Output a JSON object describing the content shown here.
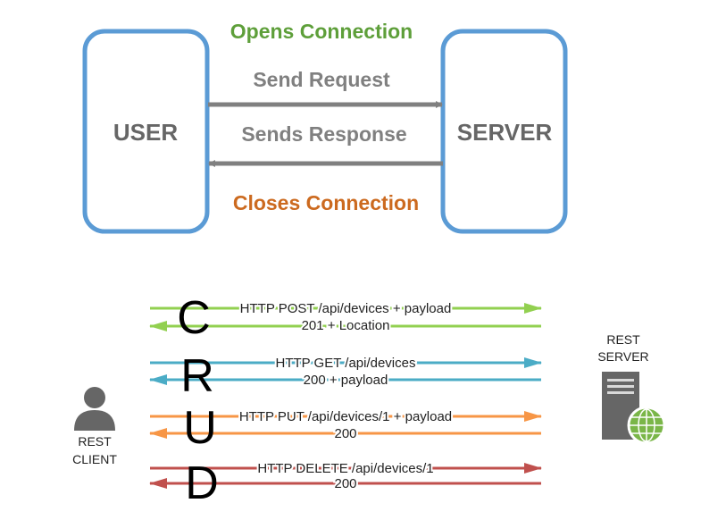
{
  "top": {
    "user_label": "USER",
    "server_label": "SERVER",
    "opens": "Opens Connection",
    "send_request": "Send Request",
    "sends_response": "Sends Response",
    "closes": "Closes Connection",
    "colors": {
      "box_border": "#5b9bd5",
      "box_text": "#666666",
      "arrow": "#808080",
      "opens": "#5e9f3a",
      "closes": "#cc6a1f"
    }
  },
  "bottom": {
    "crud_letters": [
      "C",
      "R",
      "U",
      "D"
    ],
    "client_label_1": "REST",
    "client_label_2": "CLIENT",
    "server_label_1": "REST",
    "server_label_2": "SERVER",
    "rows": [
      {
        "request": "HTTP POST /api/devices + payload",
        "response": "201 + Location",
        "color": "#92d050"
      },
      {
        "request": "HTTP GET /api/devices",
        "response": "200 + payload",
        "color": "#4bacc6"
      },
      {
        "request": "HTTP PUT /api/devices/1 + payload",
        "response": "200",
        "color": "#f79646"
      },
      {
        "request": "HTTP DELETE /api/devices/1",
        "response": "200",
        "color": "#c0504d"
      }
    ],
    "icons": {
      "client": "user-icon",
      "server": "server-globe-icon"
    }
  }
}
